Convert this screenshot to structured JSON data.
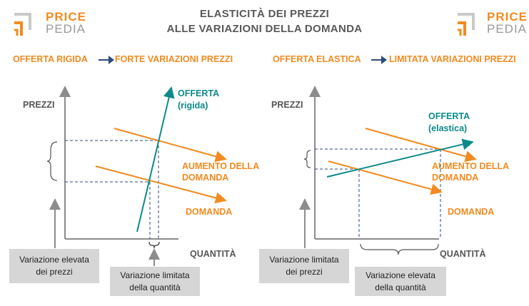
{
  "title": {
    "line1": "ELASTICITÀ DEI PREZZI",
    "line2": "ALLE VARIAZIONI DELLA DOMANDA"
  },
  "logo": {
    "part1": "PRICE",
    "part2": "PEDIA",
    "accent": "#f28a1f",
    "grey": "#9a9a9a"
  },
  "left": {
    "header_a": "OFFERTA RIGIDA",
    "header_b": "FORTE VARIAZIONI PREZZI",
    "y_axis": "PREZZI",
    "x_axis": "QUANTITÀ",
    "supply": "OFFERTA",
    "supply_sub": "(rigida)",
    "demand_shift": "AUMENTO DELLA\nDOMANDA",
    "demand": "DOMANDA",
    "box_price": "Variazione elevata\ndei prezzi",
    "box_qty": "Variazione limitata\ndella quantità"
  },
  "right": {
    "header_a": "OFFERTA ELASTICA",
    "header_b": "LIMITATA VARIAZIONI PREZZI",
    "y_axis": "PREZZI",
    "x_axis": "QUANTITÀ",
    "supply": "OFFERTA",
    "supply_sub": "(elastica)",
    "demand_shift": "AUMENTO DELLA\nDOMANDA",
    "demand": "DOMANDA",
    "box_price": "Variazione limitata\ndei prezzi",
    "box_qty": "Variazione elevata\ndella quantità"
  },
  "colors": {
    "orange": "#f28a1f",
    "teal": "#0d8a8a",
    "axis": "#8c8c8c",
    "dash": "#2e4a7a",
    "arrow": "#2e4a7a"
  }
}
